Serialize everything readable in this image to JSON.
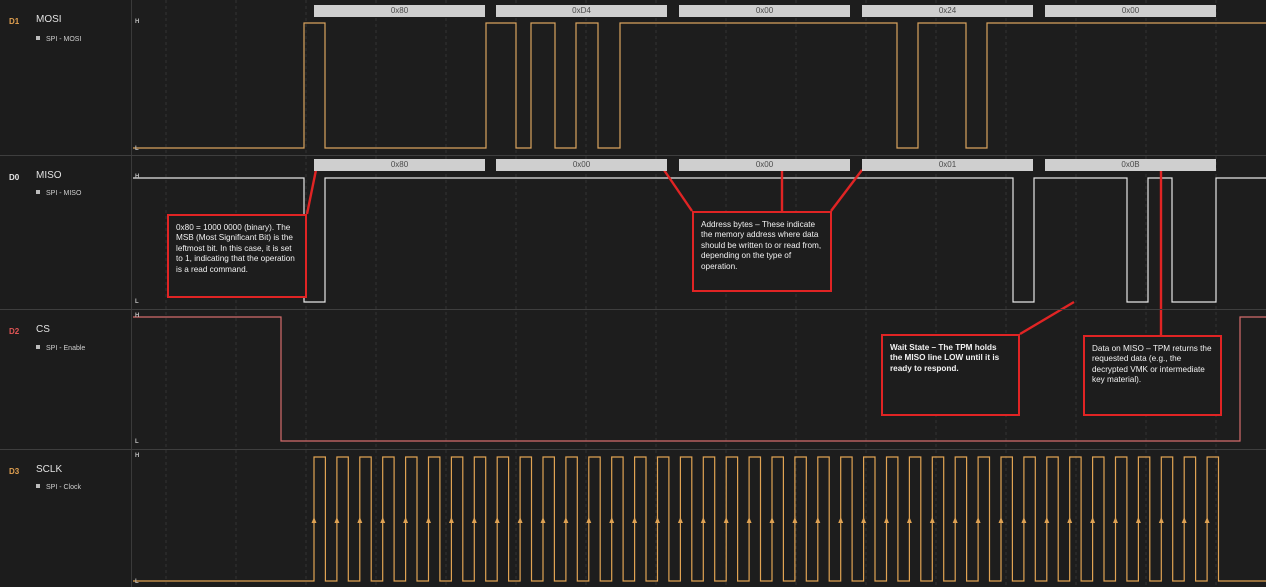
{
  "channels": [
    {
      "id": "D1",
      "name": "MOSI",
      "analyzer": "SPI - MOSI",
      "id_color": "#e0a050"
    },
    {
      "id": "D0",
      "name": "MISO",
      "analyzer": "SPI - MISO",
      "id_color": "#e8e8e8"
    },
    {
      "id": "D2",
      "name": "CS",
      "analyzer": "SPI - Enable",
      "id_color": "#e05555"
    },
    {
      "id": "D3",
      "name": "SCLK",
      "analyzer": "SPI - Clock",
      "id_color": "#e0a050"
    }
  ],
  "level_high": "H",
  "level_low": "L",
  "mosi_bytes": [
    "0x80",
    "0xD4",
    "0x00",
    "0x24",
    "0x00"
  ],
  "miso_bytes": [
    "0x80",
    "0x00",
    "0x00",
    "0x01",
    "0x0B"
  ],
  "callouts": {
    "msb": "0x80 = 1000 0000 (binary). The MSB (Most Significant Bit) is the leftmost bit. In this case, it is set to 1, indicating that the operation is a read command.",
    "address": "Address bytes – These indicate the memory address where data should be written to or read from, depending on the type of operation.",
    "wait": "Wait State – The TPM holds the MISO line LOW until it is ready to respond.",
    "data": "Data on MISO – TPM returns the requested data (e.g., the decrypted VMK or intermediate key material)."
  },
  "colors": {
    "mosi": "#d9a35e",
    "miso": "#e6e6e6",
    "cs": "#d46b6b",
    "sclk": "#e0a353",
    "callout_border": "#e02424"
  }
}
